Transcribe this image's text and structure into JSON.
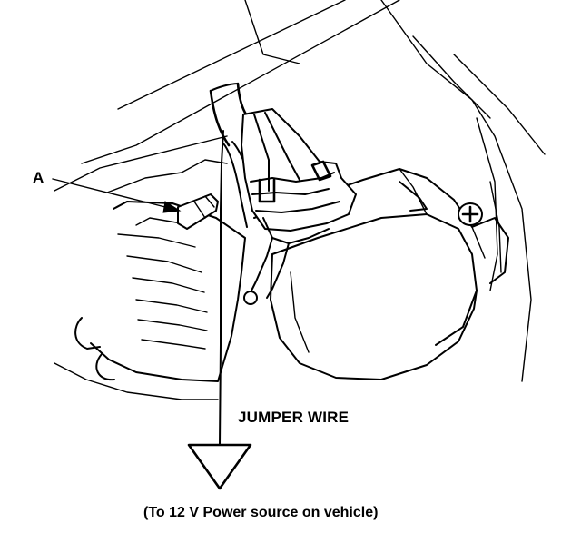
{
  "labels": {
    "callout_a": "A",
    "jumper_wire": "JUMPER WIRE",
    "power_source": "(To 12 V Power source on vehicle)"
  },
  "symbols": {
    "terminal": "plus-sign",
    "power_symbol": "downward-triangle"
  },
  "colors": {
    "ink": "#000000",
    "background": "#ffffff"
  }
}
